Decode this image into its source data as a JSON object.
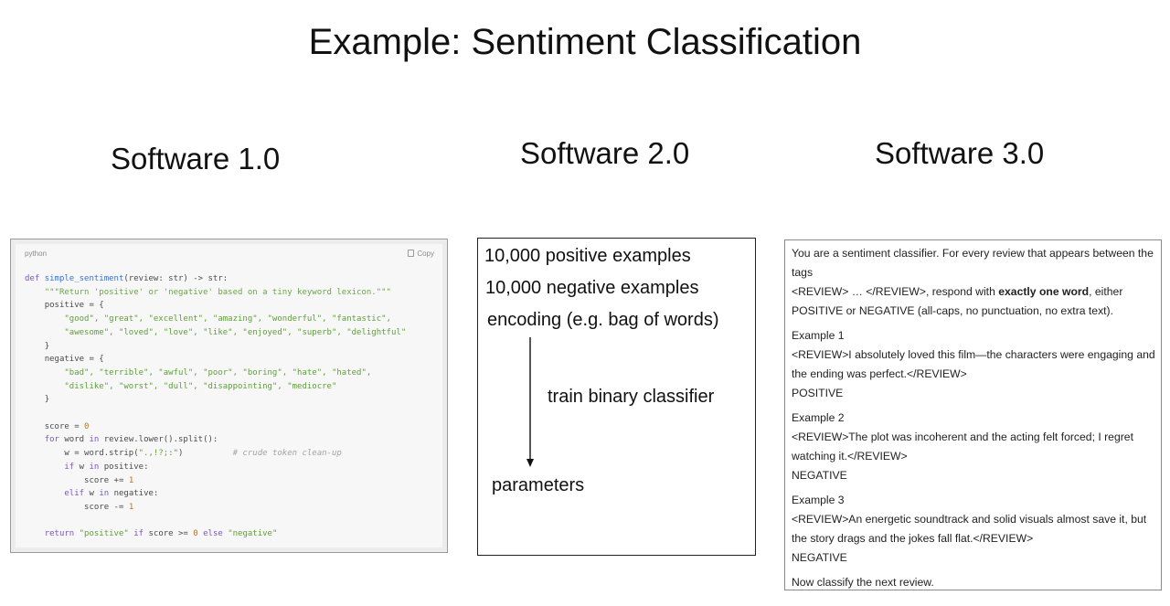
{
  "title": "Example: Sentiment Classification",
  "columns": {
    "software1": {
      "heading": "Software 1.0"
    },
    "software2": {
      "heading": "Software 2.0"
    },
    "software3": {
      "heading": "Software 3.0"
    }
  },
  "code_panel": {
    "language": "python",
    "copy_label": "Copy",
    "line_1": {
      "kw": "def ",
      "fn": "simple_sentiment",
      "rest": "(review: str) -> str:"
    },
    "line_2": "\"\"\"Return 'positive' or 'negative' based on a tiny keyword lexicon.\"\"\"",
    "line_3": "positive = {",
    "line_4": "\"good\", \"great\", \"excellent\", \"amazing\", \"wonderful\", \"fantastic\",",
    "line_5": "\"awesome\", \"loved\", \"love\", \"like\", \"enjoyed\", \"superb\", \"delightful\"",
    "line_6": "}",
    "line_7": "negative = {",
    "line_8": "\"bad\", \"terrible\", \"awful\", \"poor\", \"boring\", \"hate\", \"hated\",",
    "line_9": "\"dislike\", \"worst\", \"dull\", \"disappointing\", \"mediocre\"",
    "line_10": "}",
    "line_11": {
      "a": "score = ",
      "num": "0"
    },
    "line_12": {
      "kw": "for",
      "a": " word ",
      "kw2": "in",
      "b": " review.lower().split():"
    },
    "line_13": {
      "a": "w = word.strip(",
      "str": "\".,!?;:\"",
      "b": ")",
      "comment": "# crude token clean-up"
    },
    "line_14": {
      "kw": "if",
      "a": " w ",
      "kw2": "in",
      "b": " positive:"
    },
    "line_15": {
      "a": "score += ",
      "num": "1"
    },
    "line_16": {
      "kw": "elif",
      "a": " w ",
      "kw2": "in",
      "b": " negative:"
    },
    "line_17": {
      "a": "score -= ",
      "num": "1"
    },
    "line_18": {
      "kw": "return ",
      "str": "\"positive\"",
      "kw2": " if",
      "a": " score >= ",
      "num": "0",
      "kw3": " else ",
      "str2": "\"negative\""
    }
  },
  "software2": {
    "lines": [
      "10,000 positive examples",
      "10,000 negative examples",
      "encoding (e.g. bag of words)",
      "train binary classifier",
      "parameters"
    ]
  },
  "prompt": {
    "intro_1": "You are a sentiment classifier. For every review that appears between the",
    "intro_2": "tags",
    "intro_3_a": "<REVIEW> … </REVIEW>, respond with ",
    "intro_3_bold": "exactly one word",
    "intro_3_b": ", either",
    "intro_4": "POSITIVE or NEGATIVE (all-caps, no punctuation, no extra text).",
    "examples": [
      {
        "label": "Example 1",
        "review_1": "<REVIEW>I absolutely loved this film—the characters were engaging and",
        "review_2": "the ending was perfect.</REVIEW>",
        "answer": "POSITIVE"
      },
      {
        "label": "Example 2",
        "review_1": "<REVIEW>The plot was incoherent and the acting felt forced; I regret",
        "review_2": "watching it.</REVIEW>",
        "answer": "NEGATIVE"
      },
      {
        "label": "Example 3",
        "review_1": "<REVIEW>An energetic soundtrack and solid visuals almost save it, but",
        "review_2": "the story drags and the jokes fall flat.</REVIEW>",
        "answer": "NEGATIVE"
      }
    ],
    "closing": "Now classify the next review."
  }
}
